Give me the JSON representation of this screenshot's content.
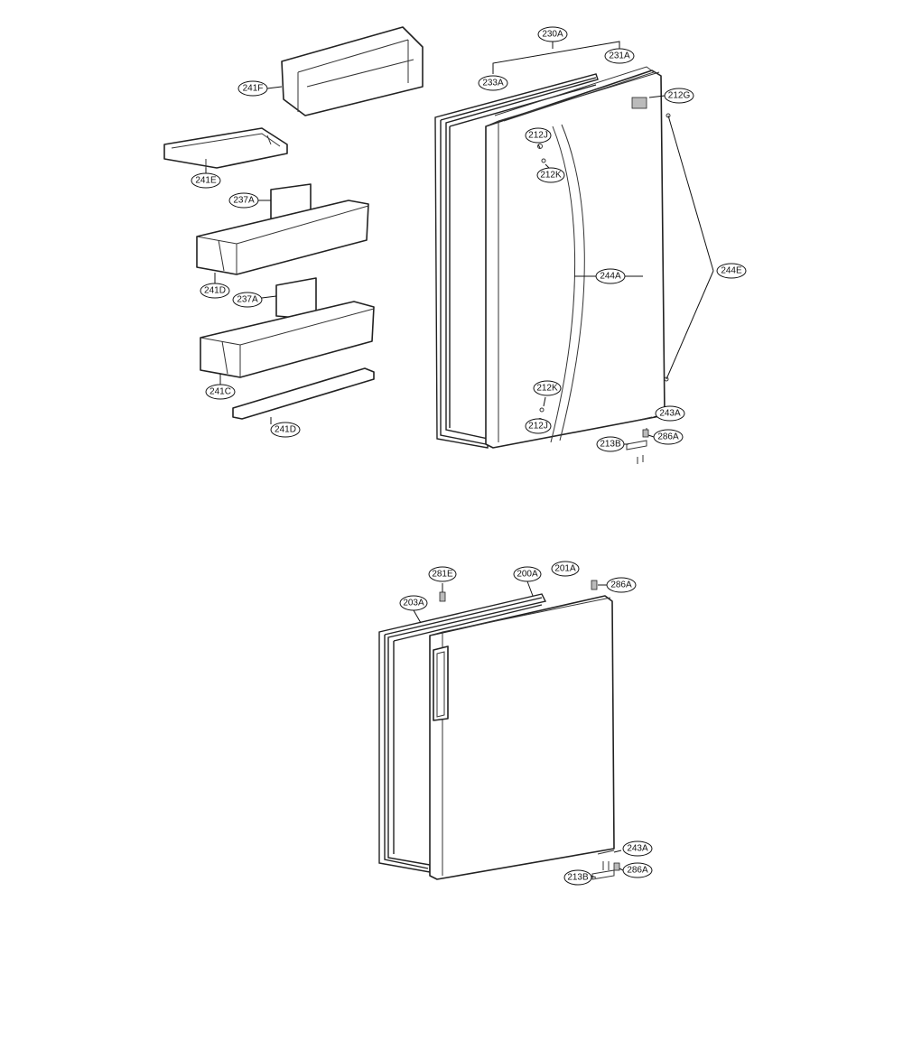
{
  "parts": {
    "c230A": "230A",
    "c231A": "231A",
    "c233A": "233A",
    "c212G": "212G",
    "c241F": "241F",
    "c241E": "241E",
    "c237A_1": "237A",
    "c237A_2": "237A",
    "c241D_1": "241D",
    "c241C": "241C",
    "c241D_2": "241D",
    "c212J_1": "212J",
    "c212K_1": "212K",
    "c244A": "244A",
    "c244E": "244E",
    "c212K_2": "212K",
    "c212J_2": "212J",
    "c243A_1": "243A",
    "c286A_1": "286A",
    "c213B_1": "213B",
    "c281E": "281E",
    "c200A": "200A",
    "c201A": "201A",
    "c286A_2": "286A",
    "c203A": "203A",
    "c243A_2": "243A",
    "c286A_3": "286A",
    "c213B_2": "213B"
  }
}
